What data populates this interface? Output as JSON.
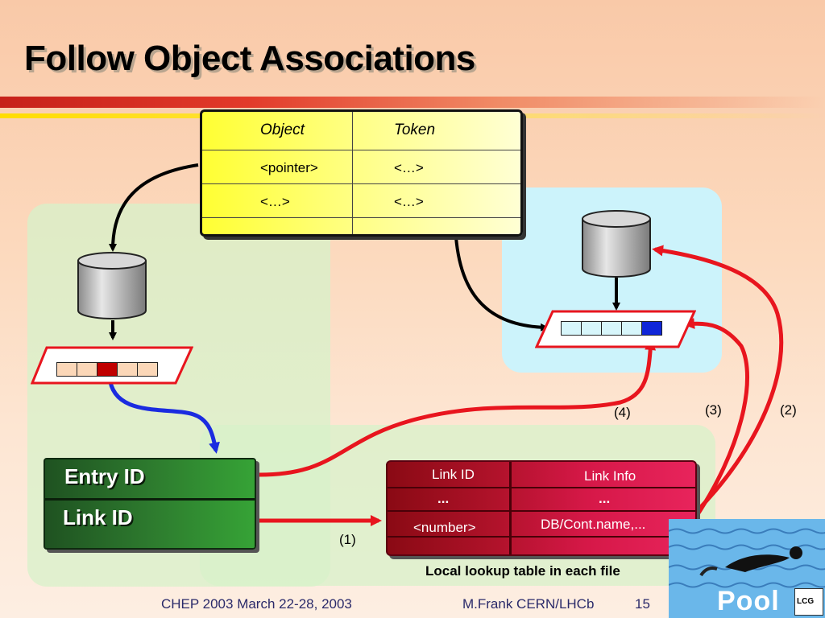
{
  "slide": {
    "title": "Follow Object Associations",
    "footer_left": "CHEP 2003 March 22-28, 2003",
    "footer_author": "M.Frank CERN/LHCb",
    "page_number": "15"
  },
  "object_table": {
    "header_object": "Object",
    "header_token": "Token",
    "rows": [
      {
        "object": "<pointer>",
        "token": "<…>"
      },
      {
        "object": "<…>",
        "token": "<…>"
      }
    ]
  },
  "id_box": {
    "entry_label": "Entry ID",
    "link_label": "Link ID"
  },
  "link_table": {
    "header_id": "Link ID",
    "header_info": "Link Info",
    "rows": [
      {
        "id": "...",
        "info": "..."
      },
      {
        "id": "<number>",
        "info": "DB/Cont.name,..."
      }
    ],
    "caption": "Local lookup table in each file"
  },
  "steps": {
    "s1": "(1)",
    "s2": "(2)",
    "s3": "(3)",
    "s4": "(4)"
  },
  "logo": {
    "name": "Pool",
    "badge": "LCG"
  },
  "colors": {
    "accent_red": "#e8151e",
    "accent_blue": "#1b2be0",
    "selected_slot_left": "#c00000",
    "selected_slot_right": "#1026d8",
    "slot_left": "#fbd7b8",
    "slot_right": "#d7f6fb"
  }
}
